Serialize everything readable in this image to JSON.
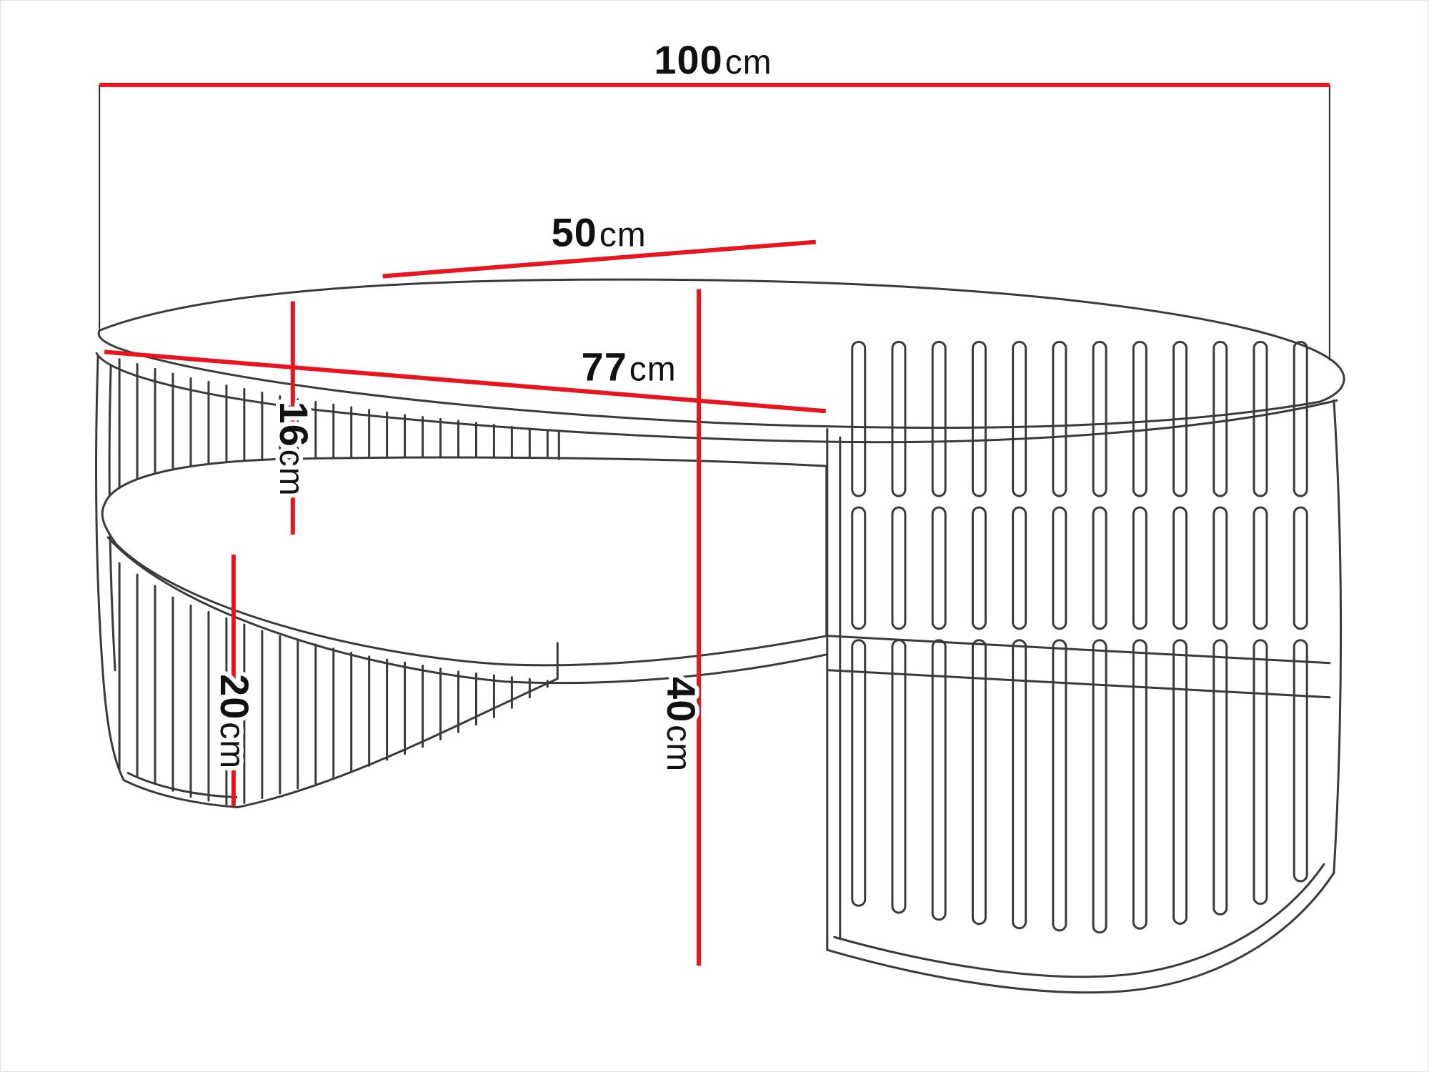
{
  "colors": {
    "dimension_line": "#e8141e",
    "outline": "#3a3a3a"
  },
  "dimensions": {
    "overall_width": {
      "value": "100",
      "unit": "cm"
    },
    "top_depth": {
      "value": "50",
      "unit": "cm"
    },
    "inner_width": {
      "value": "77",
      "unit": "cm"
    },
    "shelf_gap_height": {
      "value": "16",
      "unit": "cm"
    },
    "base_opening_height": {
      "value": "20",
      "unit": "cm"
    },
    "overall_height": {
      "value": "40",
      "unit": "cm"
    }
  }
}
